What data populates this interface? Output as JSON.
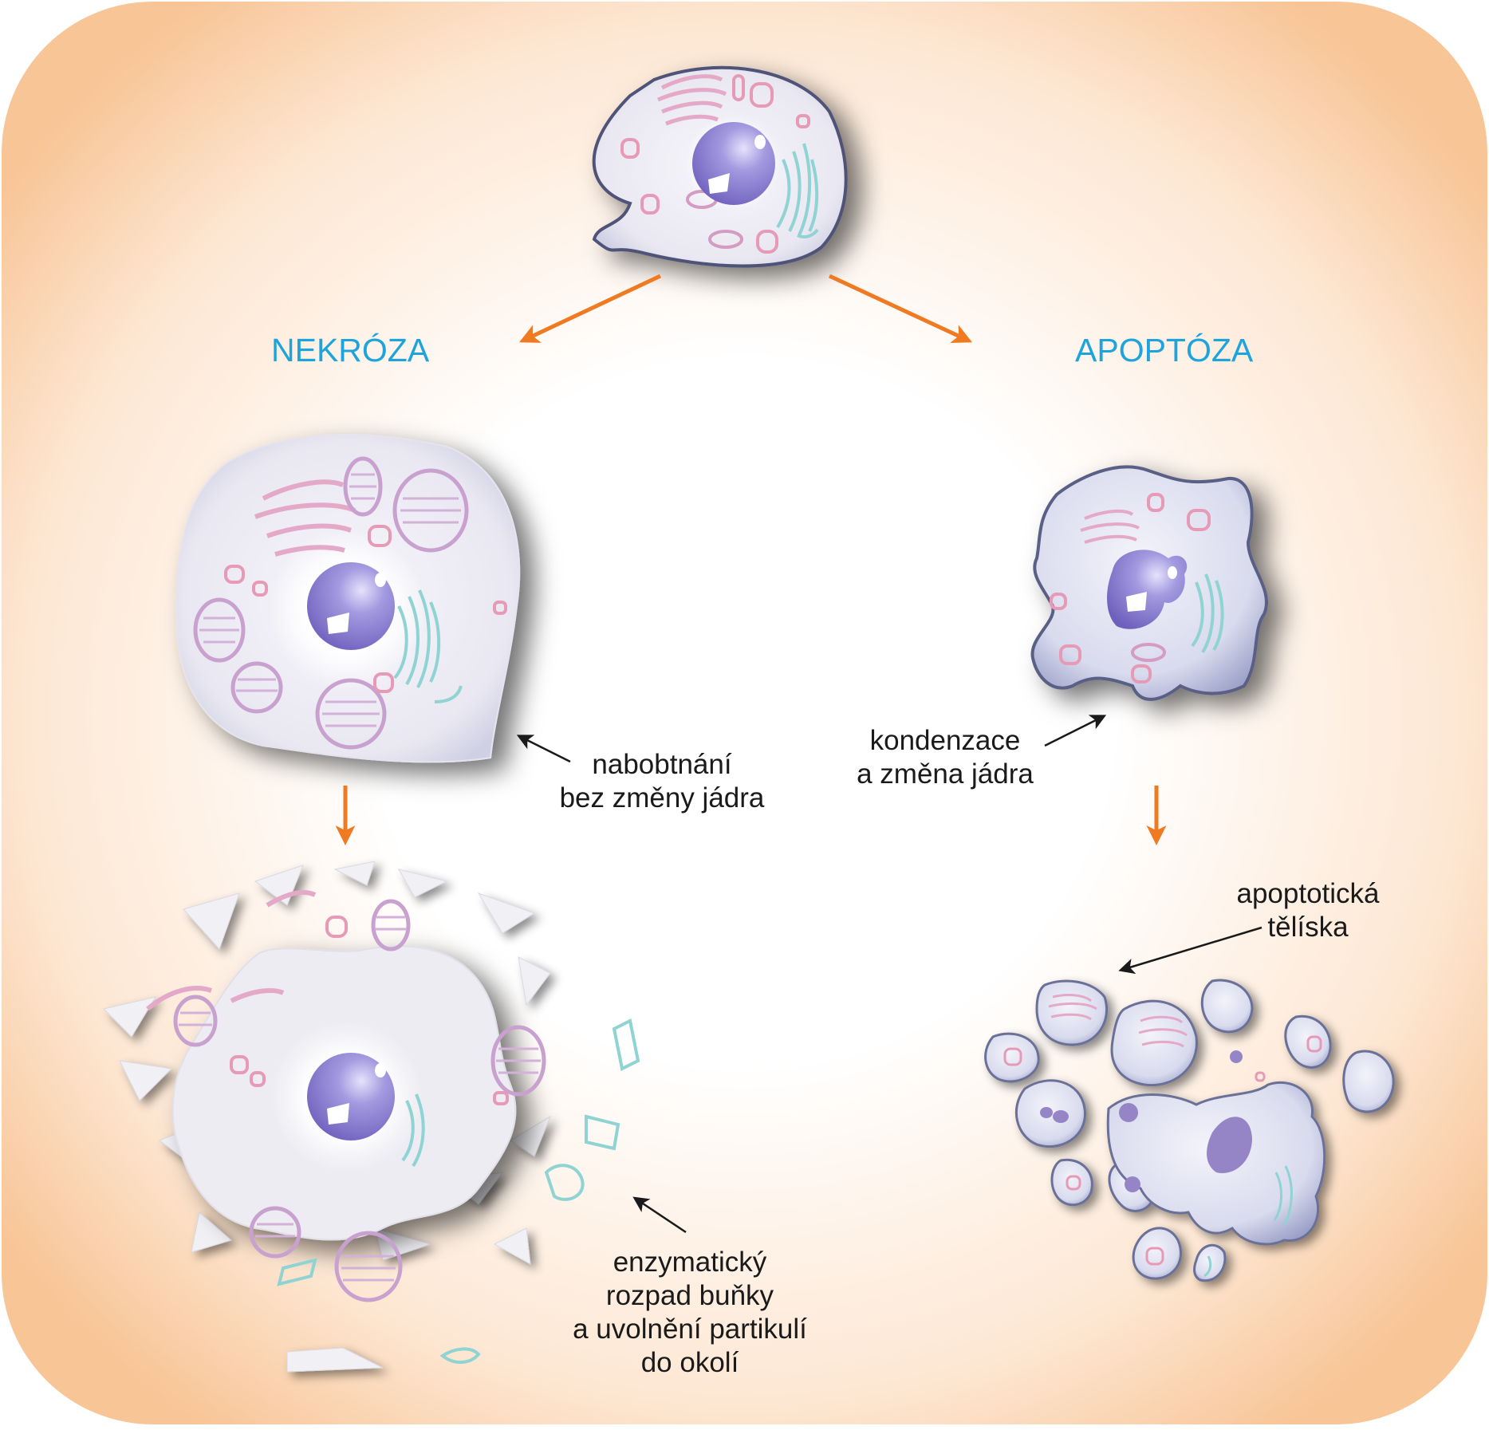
{
  "titles": {
    "necrosis": "NEKRÓZA",
    "apoptosis": "APOPTÓZA"
  },
  "labels": {
    "swelling": [
      "nabobtnání",
      "bez změny jádra"
    ],
    "condensation": [
      "kondenzace",
      "a změna jádra"
    ],
    "enzymatic": [
      "enzymatický",
      "rozpad buňky",
      "a uvolnění partikulí",
      "do okolí"
    ],
    "apoptotic_bodies": [
      "apoptotická",
      "tělíska"
    ]
  },
  "colors": {
    "background_outer": "#f8c89a",
    "background_inner": "#ffffff",
    "arrow_orange": "#f07a22",
    "title_blue": "#1ea4dc",
    "nucleus": "#7a6cc4",
    "cell_body": "#eceaf2",
    "cell_outline": "#5a5e86",
    "organelle_pink": "#d98fb8",
    "organelle_teal": "#7ccfd0"
  }
}
